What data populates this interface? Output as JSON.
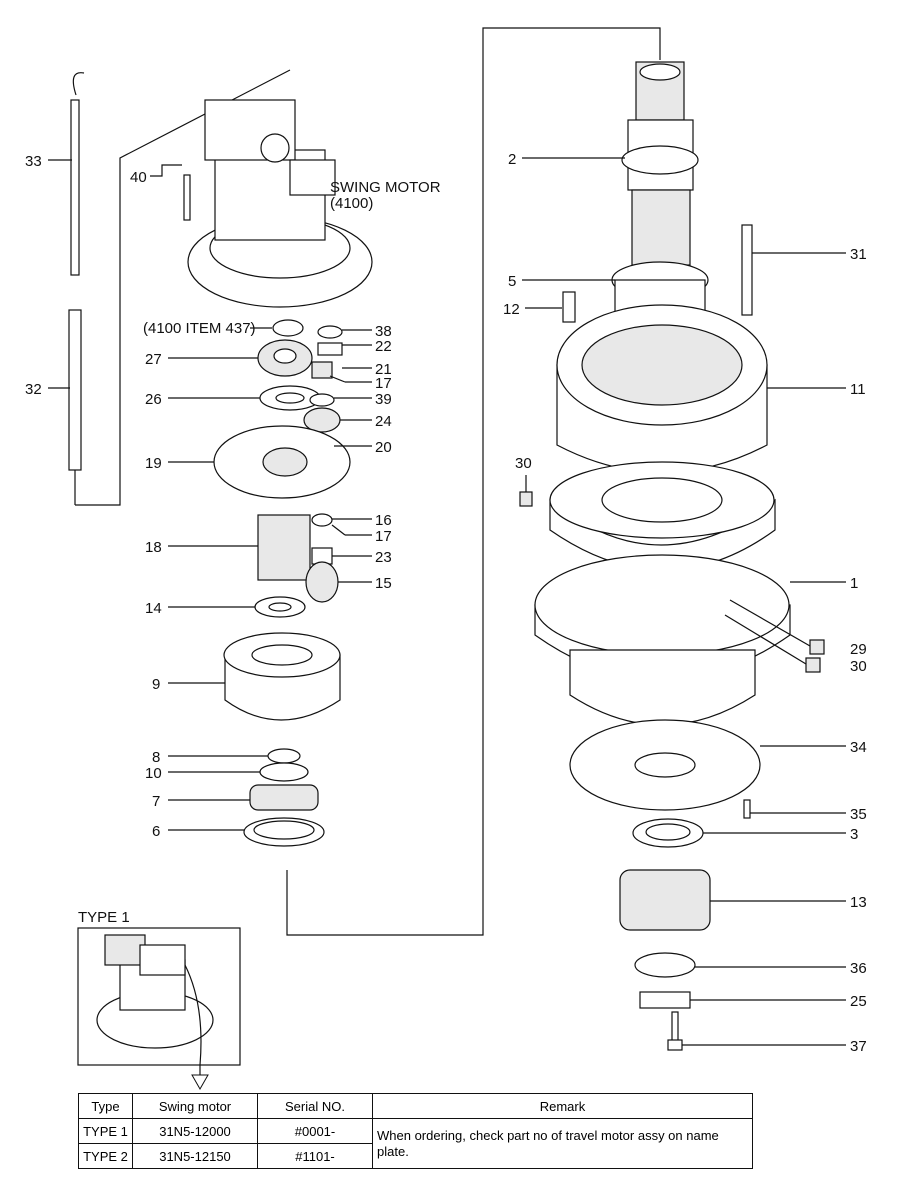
{
  "diagram": {
    "annotations": {
      "swing_motor_line1": "SWING MOTOR",
      "swing_motor_line2": "(4100)",
      "item437": "(4100 ITEM 437)",
      "type1_label": "TYPE 1"
    },
    "left_labels": [
      "33",
      "40",
      "32",
      "27",
      "26",
      "19",
      "18",
      "14",
      "9",
      "8",
      "10",
      "7",
      "6"
    ],
    "center_labels": [
      "38",
      "22",
      "21",
      "17",
      "39",
      "24",
      "20",
      "16",
      "17",
      "23",
      "15"
    ],
    "right_labels": [
      "2",
      "5",
      "12",
      "30",
      "31",
      "11",
      "1",
      "29",
      "30",
      "34",
      "35",
      "3",
      "13",
      "36",
      "25",
      "37"
    ]
  },
  "table": {
    "headers": [
      "Type",
      "Swing motor",
      "Serial NO.",
      "Remark"
    ],
    "rows": [
      {
        "type": "TYPE 1",
        "motor": "31N5-12000",
        "serial": "#0001-"
      },
      {
        "type": "TYPE 2",
        "motor": "31N5-12150",
        "serial": "#1101-"
      }
    ],
    "remark": "When ordering, check part no of travel motor assy on name plate."
  }
}
